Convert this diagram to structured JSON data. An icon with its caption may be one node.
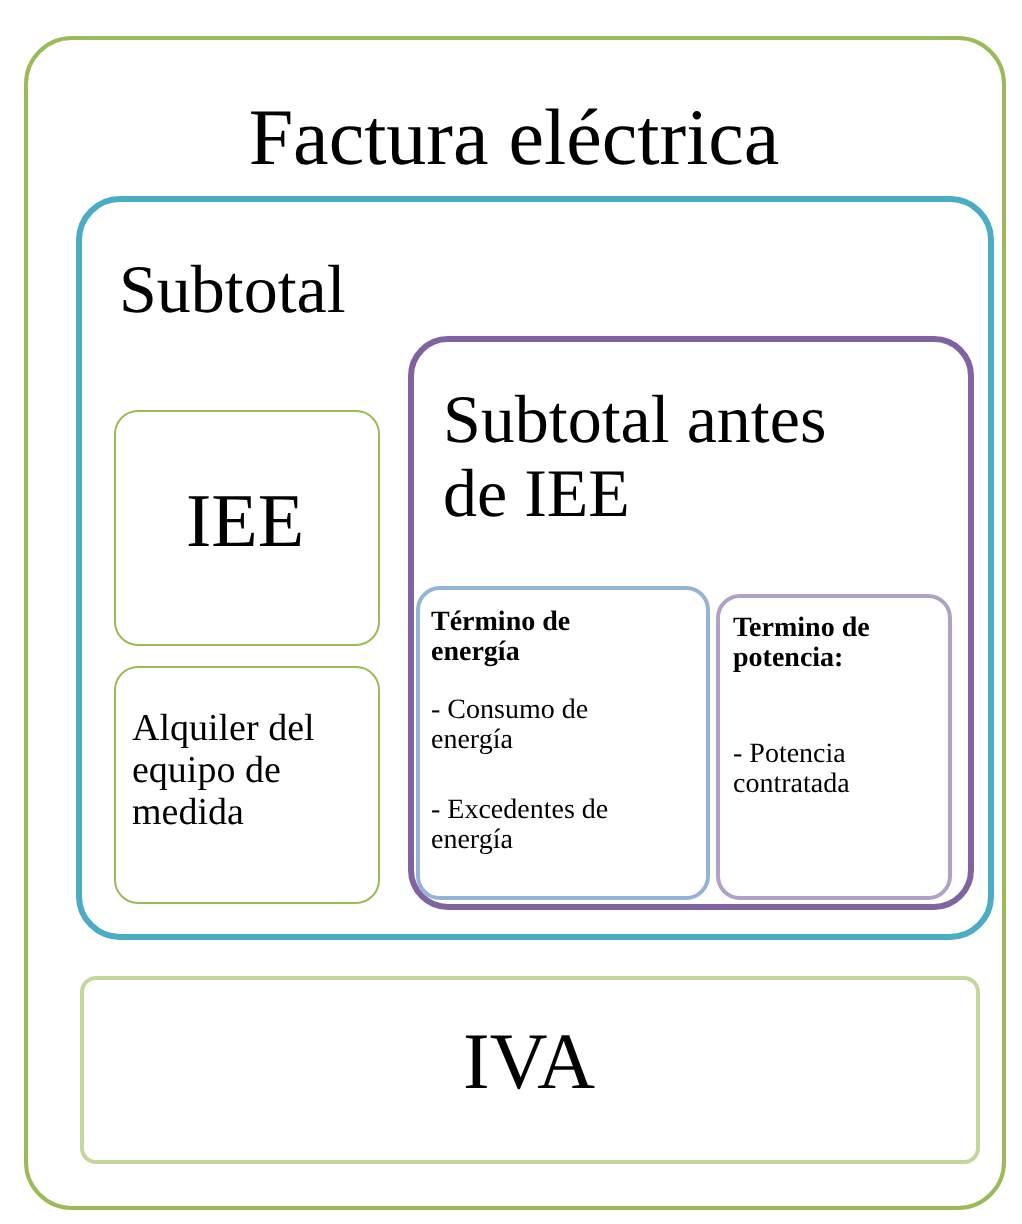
{
  "diagram": {
    "nodes": [
      {
        "text": [
          "Factura eléctrica"
        ]
      },
      {
        "text": [
          "Subtotal"
        ],
        "in": 0
      },
      {
        "text": [
          "IEE"
        ],
        "in": 1
      },
      {
        "text": [
          "Alquiler del equipo de medida"
        ],
        "in": 1
      },
      {
        "text": [
          "Subtotal antes de IEE"
        ],
        "in": 1
      },
      {
        "text": [
          "Término de energía",
          "- Consumo de energía",
          "- Excedentes de energía"
        ],
        "in": 4
      },
      {
        "text": [
          "Termino de potencia:",
          "- Potencia contratada"
        ],
        "in": 4
      },
      {
        "text": [
          "IVA"
        ],
        "in": 0
      }
    ]
  }
}
